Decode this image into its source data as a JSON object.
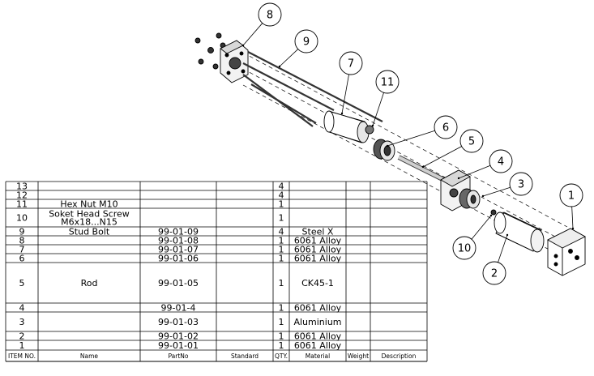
{
  "bom": {
    "headers": [
      "ITEM NO.",
      "Name",
      "PartNo",
      "Standard",
      "QTY.",
      "Material",
      "Weight",
      "Description"
    ],
    "rows": [
      {
        "item": "13",
        "name": "",
        "partno": "",
        "qty": "4",
        "material": ""
      },
      {
        "item": "12",
        "name": "",
        "partno": "",
        "qty": "4",
        "material": ""
      },
      {
        "item": "11",
        "name": "Hex Nut M10",
        "partno": "",
        "qty": "1",
        "material": ""
      },
      {
        "item": "10",
        "name": "Soket Head Screw M6x18...N15",
        "partno": "",
        "qty": "1",
        "material": ""
      },
      {
        "item": "9",
        "name": "Stud Bolt",
        "partno": "99-01-09",
        "qty": "4",
        "material": "Steel X"
      },
      {
        "item": "8",
        "name": "",
        "partno": "99-01-08",
        "qty": "1",
        "material": "6061 Alloy"
      },
      {
        "item": "7",
        "name": "",
        "partno": "99-01-07",
        "qty": "1",
        "material": "6061 Alloy"
      },
      {
        "item": "6",
        "name": "",
        "partno": "99-01-06",
        "qty": "1",
        "material": "6061 Alloy"
      },
      {
        "item": "5",
        "name": "Rod",
        "partno": "99-01-05",
        "qty": "1",
        "material": "CK45-1"
      },
      {
        "item": "4",
        "name": "",
        "partno": "99-01-4",
        "qty": "1",
        "material": "6061 Alloy"
      },
      {
        "item": "3",
        "name": "",
        "partno": "99-01-03",
        "qty": "1",
        "material": "Aluminium"
      },
      {
        "item": "2",
        "name": "",
        "partno": "99-01-02",
        "qty": "1",
        "material": "6061 Alloy"
      },
      {
        "item": "1",
        "name": "",
        "partno": "99-01-01",
        "qty": "1",
        "material": "6061 Alloy"
      }
    ]
  },
  "balloons": [
    "1",
    "2",
    "3",
    "4",
    "5",
    "6",
    "7",
    "8",
    "9",
    "10",
    "11"
  ]
}
